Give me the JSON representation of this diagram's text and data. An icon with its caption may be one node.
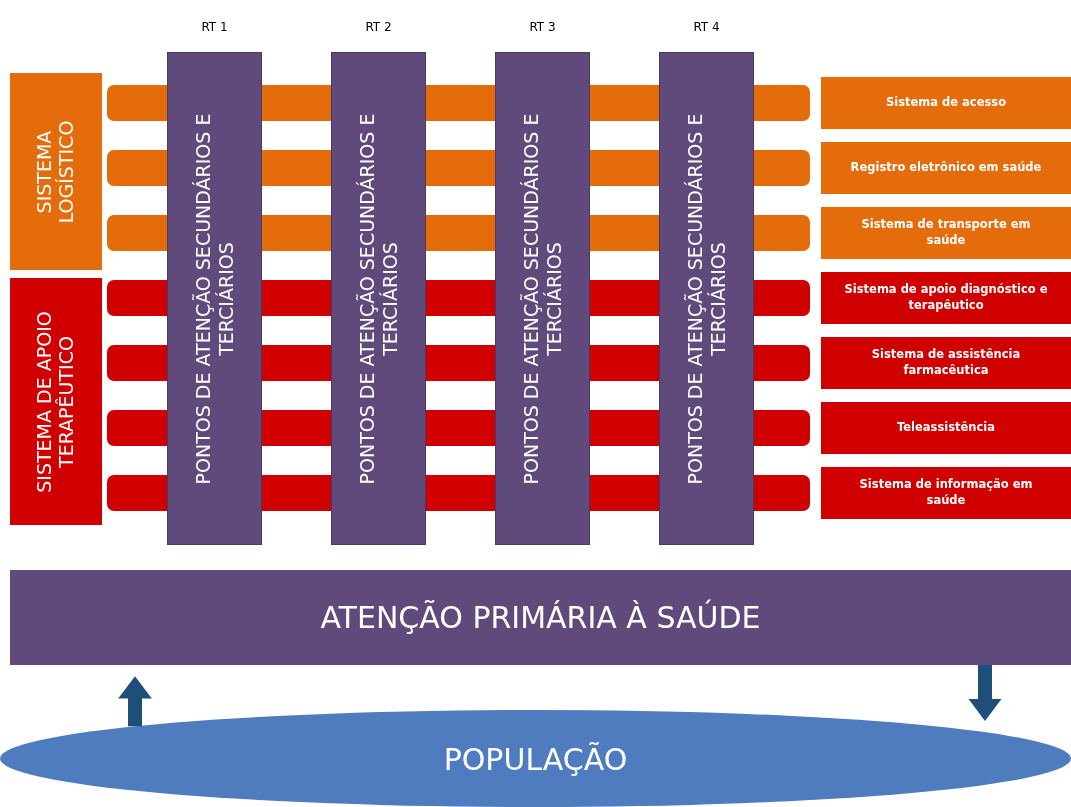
{
  "diagram": {
    "nodes": [
      {
        "text": [
          "SISTEMA LOGÍSTICO"
        ]
      },
      {
        "text": [
          "SISTEMA DE APOIO TERAPÊUTICO"
        ]
      },
      {
        "text": [
          "PONTOS DE ATENÇÃO SECUNDÁRIOS E TERCIÁRIOS"
        ],
        "beside": [
          "RT 1"
        ]
      },
      {
        "text": [
          "PONTOS DE ATENÇÃO SECUNDÁRIOS E TERCIÁRIOS"
        ],
        "beside": [
          "RT 2"
        ]
      },
      {
        "text": [
          "PONTOS DE ATENÇÃO SECUNDÁRIOS E TERCIÁRIOS"
        ],
        "beside": [
          "RT 3"
        ]
      },
      {
        "text": [
          "PONTOS DE ATENÇÃO SECUNDÁRIOS E TERCIÁRIOS"
        ],
        "beside": [
          "RT 4"
        ]
      },
      {
        "text": [
          "Sistema de acesso"
        ]
      },
      {
        "text": [
          "Registro eletrônico em saúde"
        ]
      },
      {
        "text": [
          "Sistema de transporte em saúde"
        ]
      },
      {
        "text": [
          "Sistema de apoio diagnóstico e terapêutico"
        ]
      },
      {
        "text": [
          "Sistema de assistência farmacêutica"
        ]
      },
      {
        "text": [
          "Teleassistência"
        ]
      },
      {
        "text": [
          "Sistema de informação em saúde"
        ]
      },
      {
        "text": [
          "ATENÇÃO PRIMÁRIA À SAÚDE"
        ]
      },
      {
        "text": [
          "POPULAÇÃO"
        ]
      }
    ],
    "edges": [
      {
        "from": 14,
        "to": 13,
        "arrow": "to"
      },
      {
        "from": 13,
        "to": 14,
        "arrow": "to"
      }
    ]
  }
}
